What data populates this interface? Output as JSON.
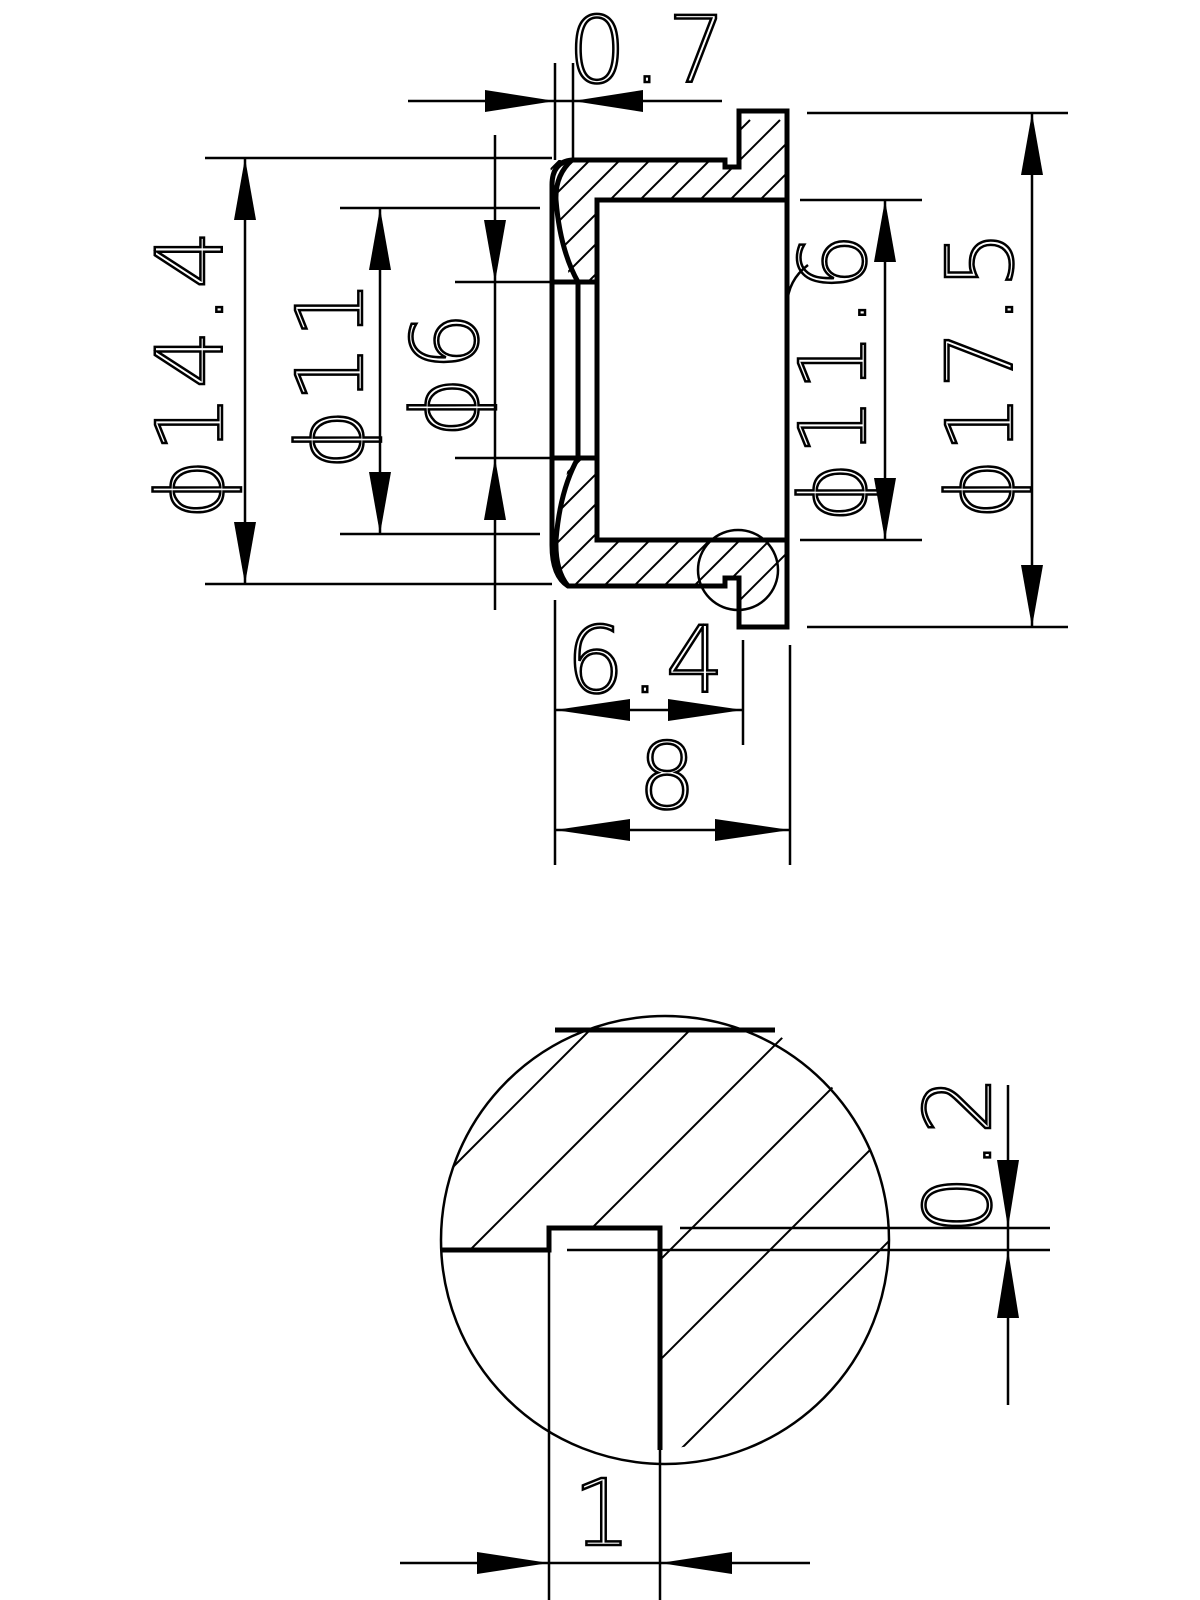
{
  "section_view": {
    "dimensions": {
      "d_14_4": "ϕ14.4",
      "d_11": "ϕ11",
      "d_6": "ϕ6",
      "d_11_6": "ϕ11.6",
      "d_17_5": "ϕ17.5",
      "w_0_7": "0.7",
      "w_6_4": "6.4",
      "w_8": "8"
    }
  },
  "detail_view": {
    "dimensions": {
      "h_0_2": "0.2",
      "w_1": "1"
    }
  },
  "colors": {
    "line": "#000000",
    "background": "#ffffff"
  }
}
